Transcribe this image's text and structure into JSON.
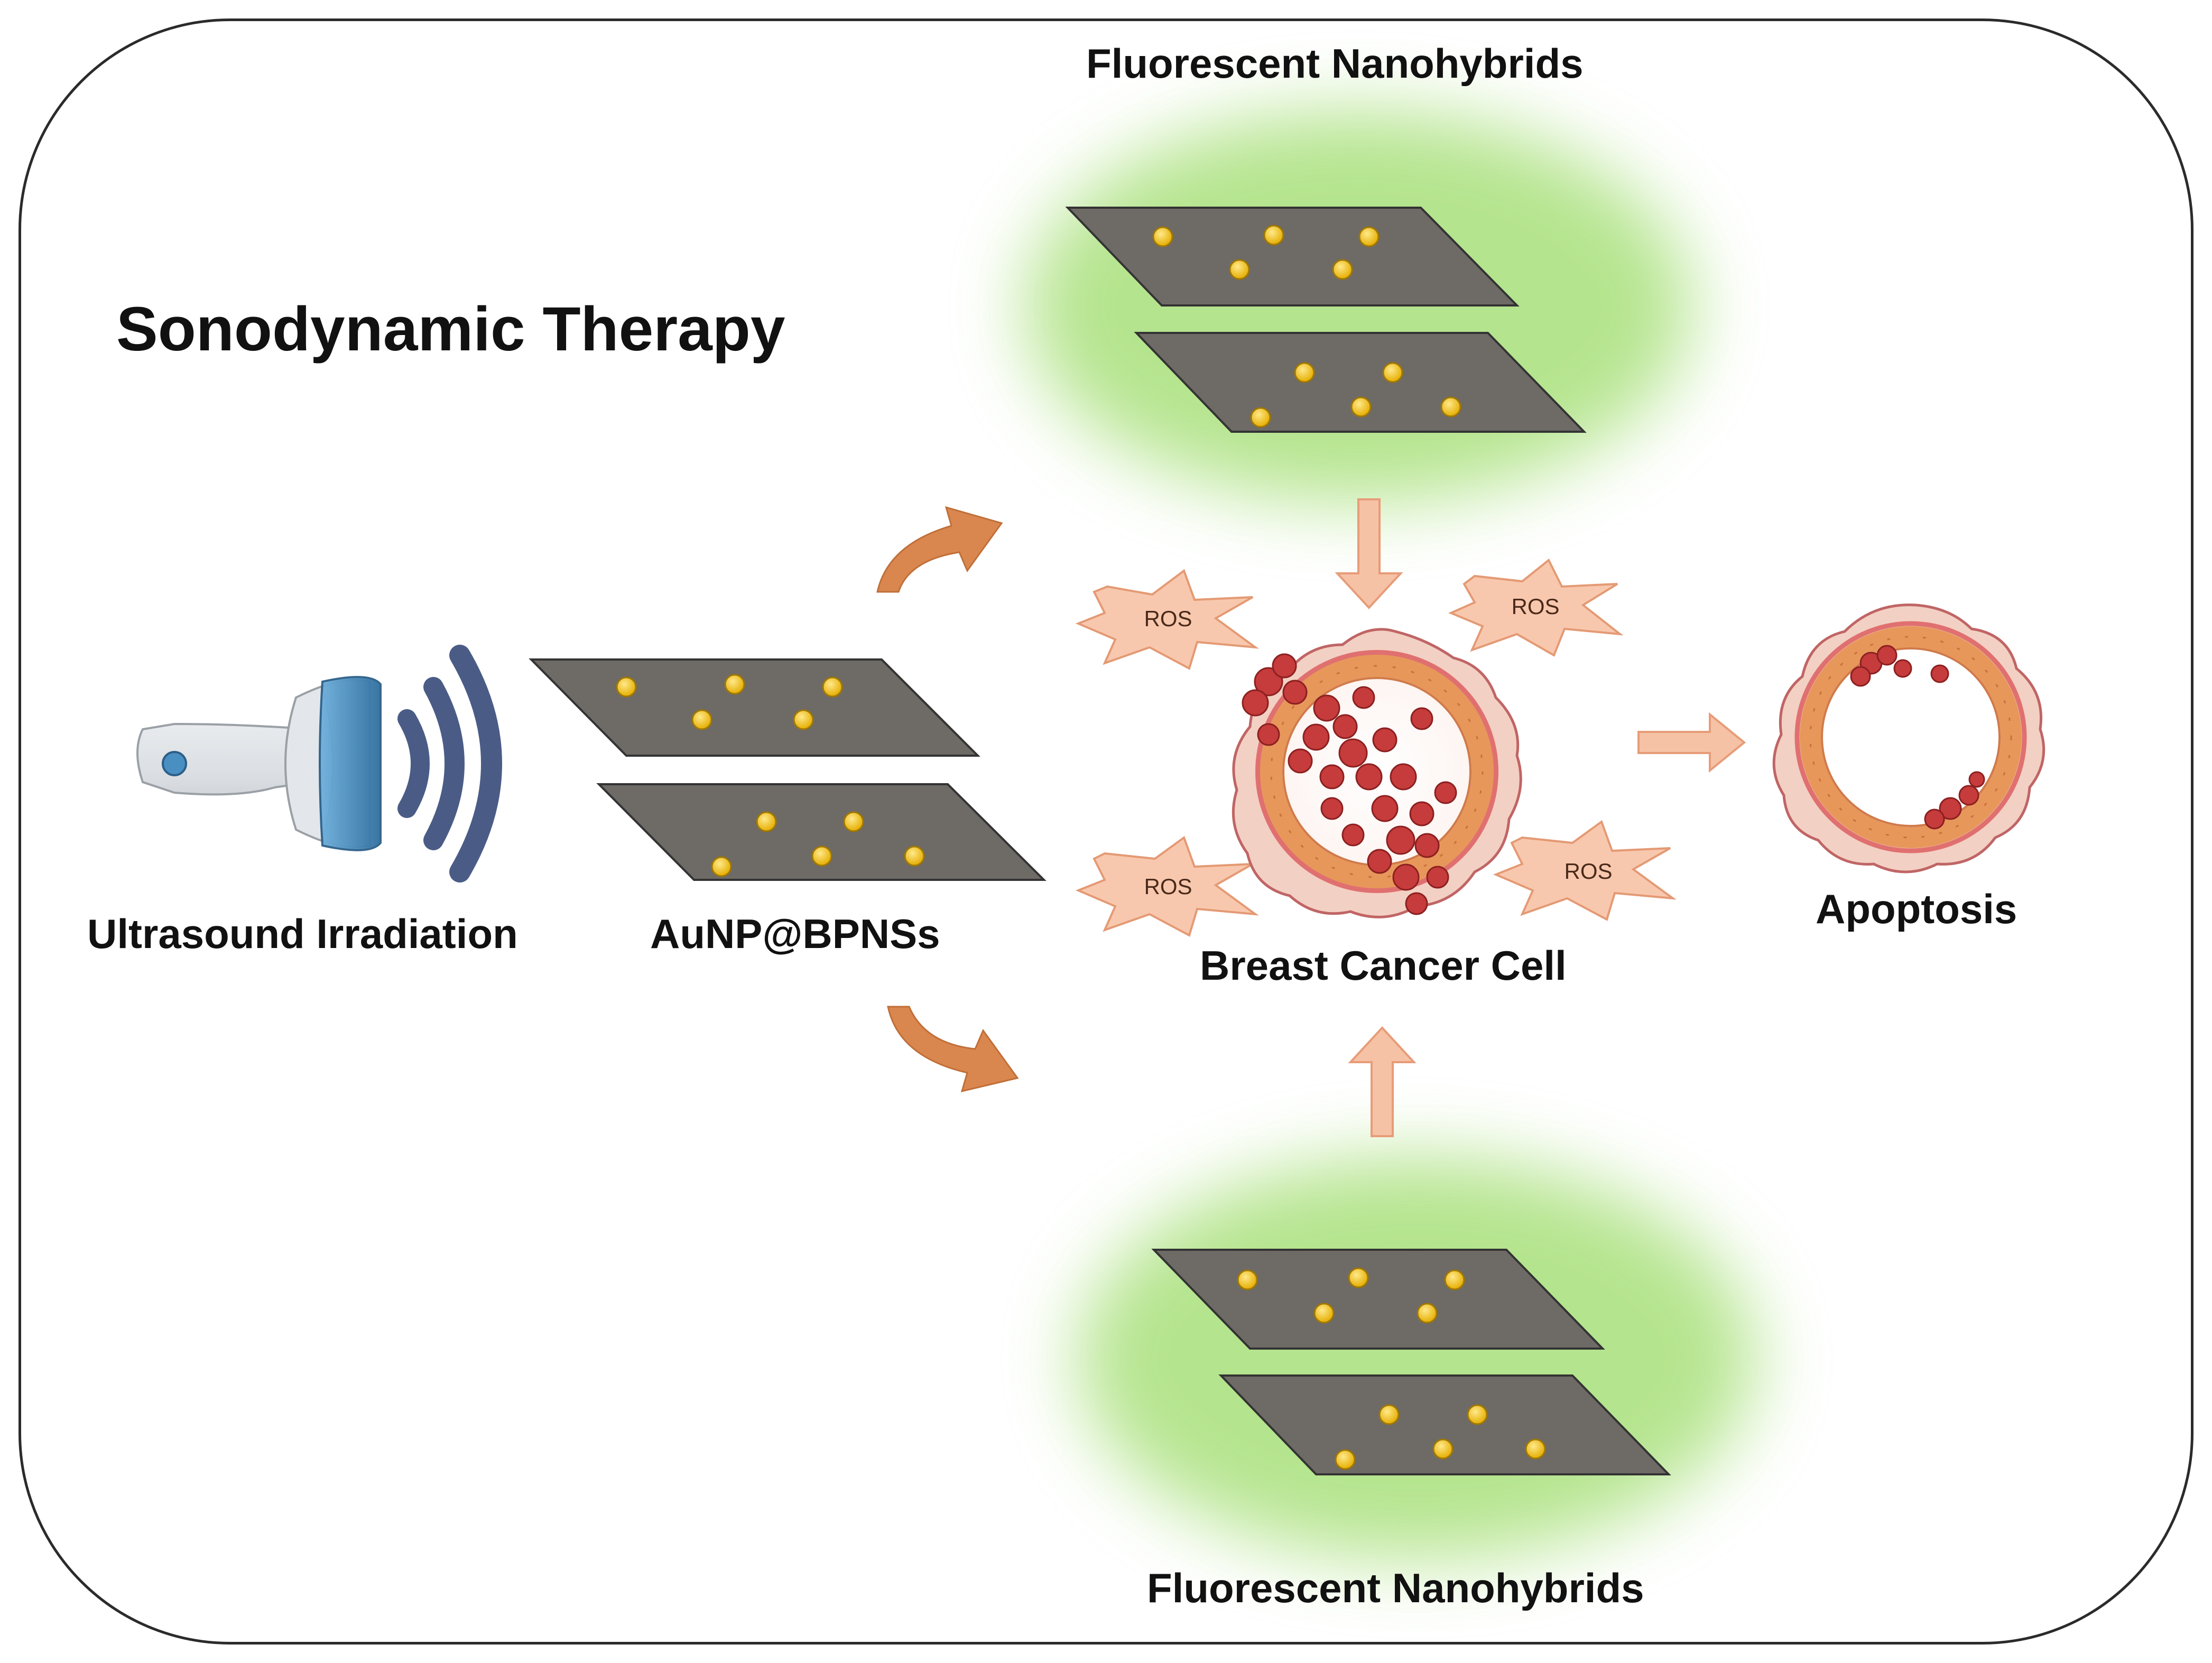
{
  "title": "Sonodynamic Therapy",
  "labels": {
    "ultrasound": "Ultrasound Irradiation",
    "nanosheets": "AuNP@BPNSs",
    "fluorescent_top": "Fluorescent Nanohybrids",
    "fluorescent_bottom": "Fluorescent Nanohybrids",
    "cancer_cell": "Breast Cancer Cell",
    "apoptosis": "Apoptosis"
  },
  "ros_label": "ROS",
  "colors": {
    "sheet": "#6e6a66",
    "nanoparticle": "#f2c21b",
    "glow": "#a8e07a",
    "curved_arrow": "#d9864f",
    "block_arrow": "#f6c2a6",
    "ros_burst": "#f8c8ae",
    "probe_blue": "#4a8fc2",
    "wave": "#4a5c86",
    "cell_outer": "#e9b3a6",
    "cell_ring": "#e8975b",
    "cell_cluster": "#c63b3b"
  },
  "icons": [
    "ultrasound-probe-icon",
    "sound-wave-icon",
    "nanosheet-icon",
    "ros-burst-icon",
    "cancer-cell-icon",
    "apoptotic-cell-icon"
  ]
}
